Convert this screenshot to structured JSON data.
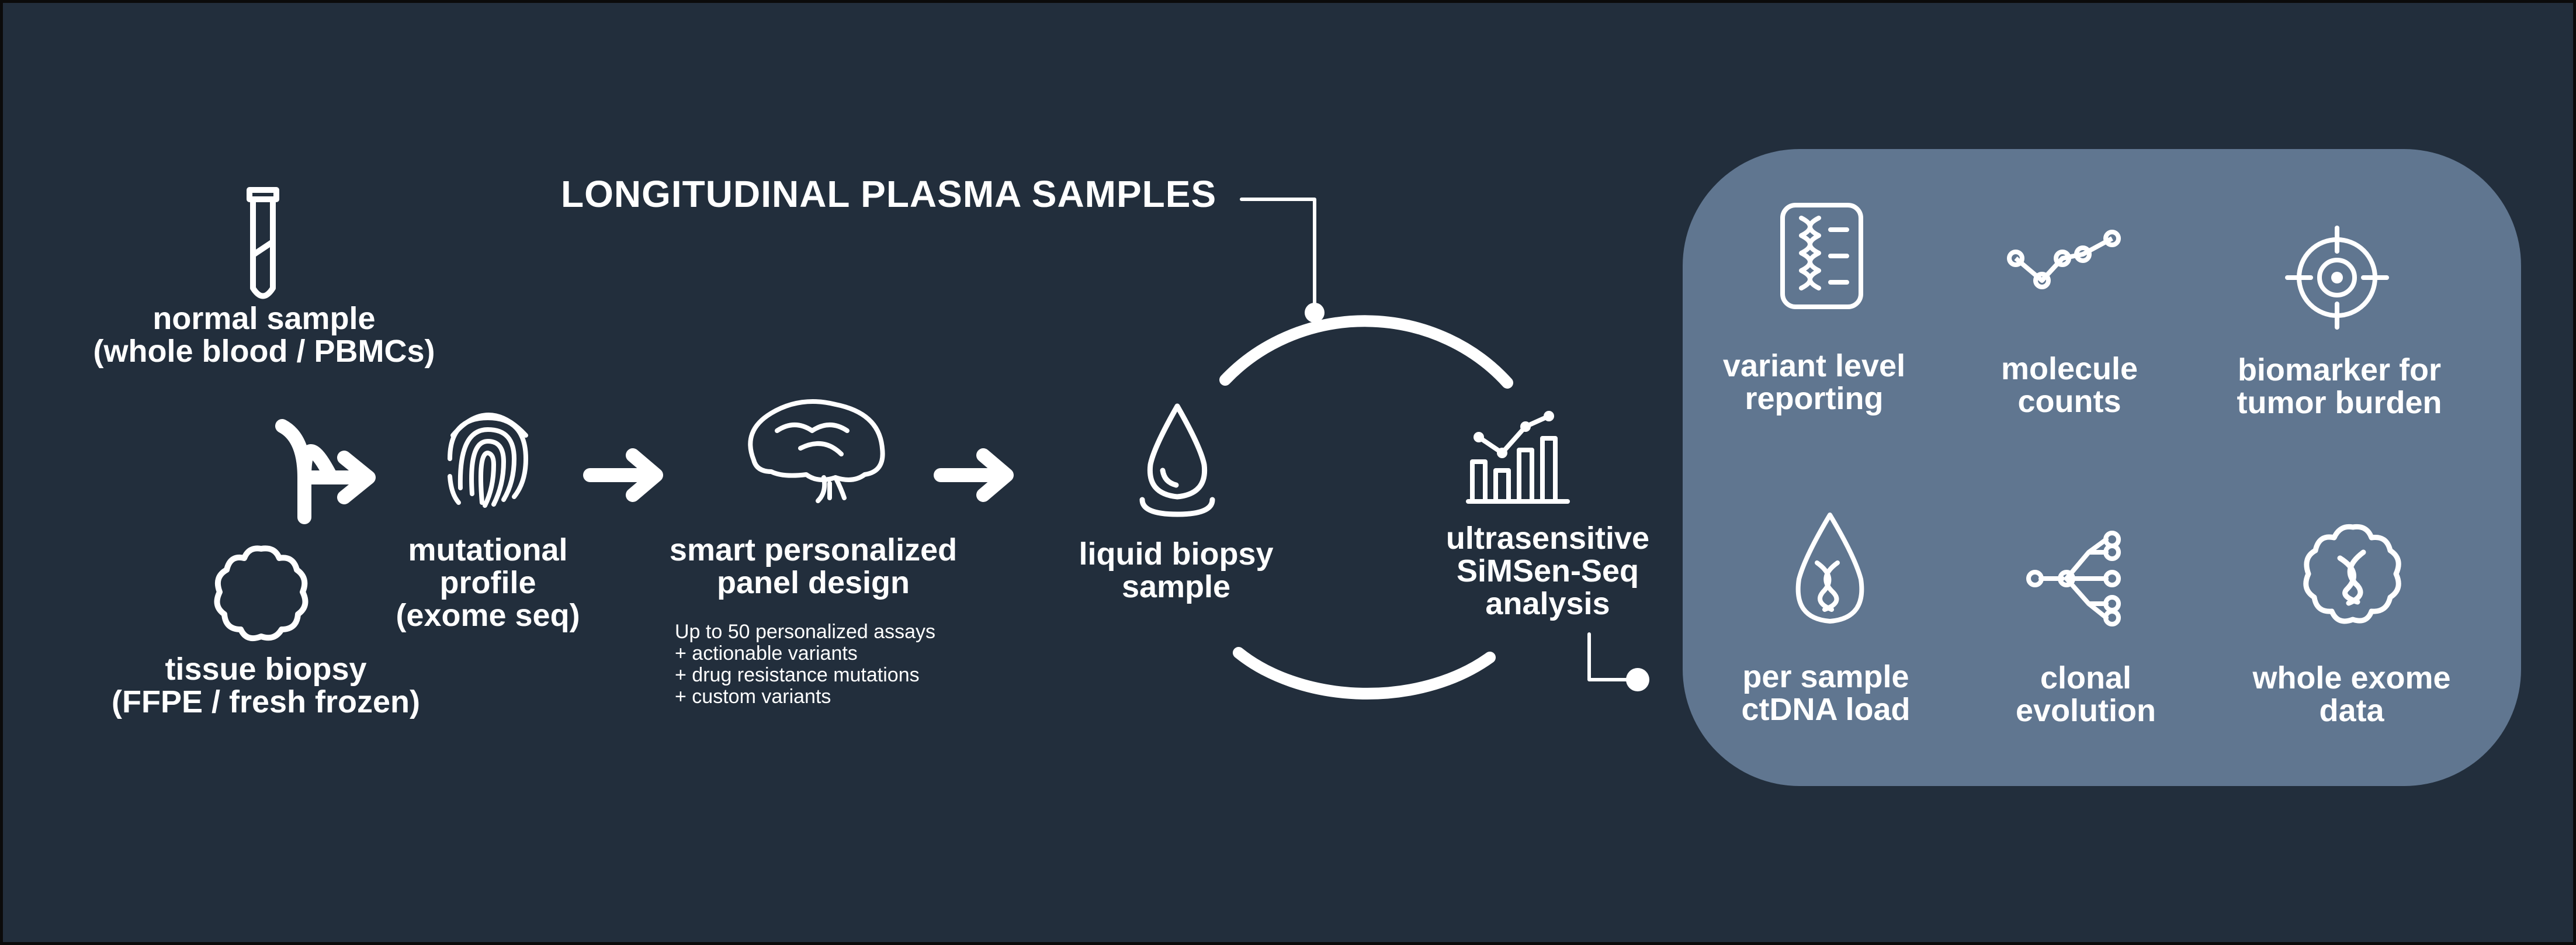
{
  "colors": {
    "background": "#222e3c",
    "panel": "#607690",
    "foreground": "#ffffff"
  },
  "title": "LONGITUDINAL PLASMA SAMPLES",
  "inputs": {
    "normal_sample": {
      "icon": "test-tube-icon",
      "line1": "normal sample",
      "line2": "(whole blood / PBMCs)"
    },
    "tissue_biopsy": {
      "icon": "tissue-blob-icon",
      "line1": "tissue biopsy",
      "line2": "(FFPE / fresh frozen)"
    }
  },
  "steps": {
    "mutational_profile": {
      "icon": "fingerprint-icon",
      "line1": "mutational",
      "line2": "profile",
      "line3": "(exome seq)"
    },
    "panel_design": {
      "icon": "brain-icon",
      "line1": "smart personalized",
      "line2": "panel design",
      "notes": [
        "Up to 50 personalized assays",
        "+ actionable variants",
        "+ drug resistance mutations",
        "+ custom variants"
      ]
    },
    "liquid_biopsy": {
      "icon": "drop-icon",
      "line1": "liquid biopsy",
      "line2": "sample"
    },
    "simsen_seq": {
      "icon": "bar-chart-icon",
      "line1": "ultrasensitive",
      "line2": "SiMSen-Seq",
      "line3": "analysis"
    }
  },
  "outputs": [
    {
      "icon": "dna-report-icon",
      "line1": "variant level",
      "line2": "reporting"
    },
    {
      "icon": "trend-line-icon",
      "line1": "molecule",
      "line2": "counts"
    },
    {
      "icon": "target-icon",
      "line1": "biomarker for",
      "line2": "tumor burden"
    },
    {
      "icon": "dna-drop-icon",
      "line1": "per sample",
      "line2": "ctDNA load"
    },
    {
      "icon": "tree-icon",
      "line1": "clonal",
      "line2": "evolution"
    },
    {
      "icon": "dna-blob-icon",
      "line1": "whole exome",
      "line2": "data"
    }
  ]
}
